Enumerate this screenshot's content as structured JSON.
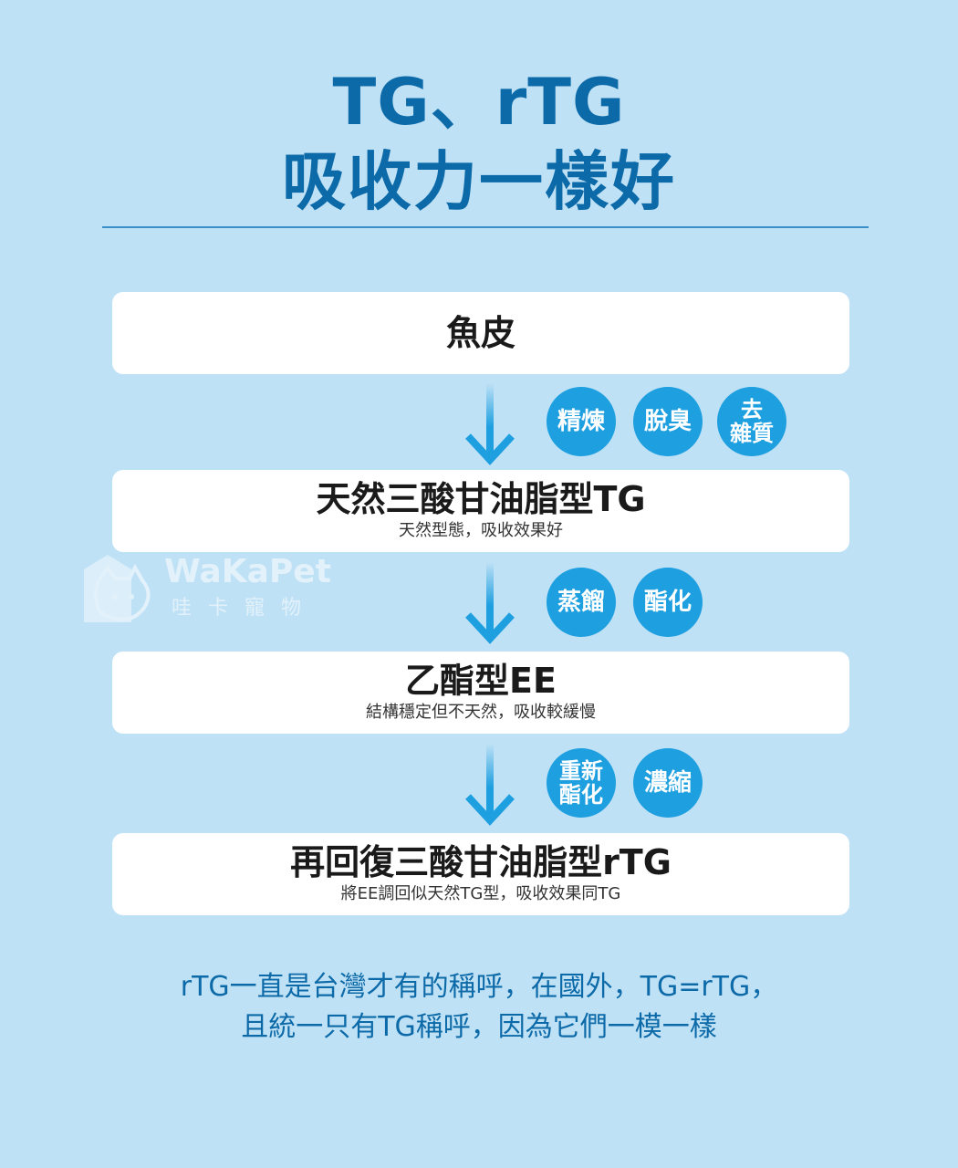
{
  "header": {
    "title_line1": "TG、rTG",
    "title_line2": "吸收力一樣好"
  },
  "flow": {
    "step1": {
      "title": "魚皮"
    },
    "step2": {
      "title": "天然三酸甘油脂型TG",
      "subtitle": "天然型態，吸收效果好"
    },
    "step3": {
      "title": "乙酯型EE",
      "subtitle": "結構穩定但不天然，吸收較緩慢"
    },
    "step4": {
      "title": "再回復三酸甘油脂型rTG",
      "subtitle": "將EE調回似天然TG型，吸收效果同TG"
    },
    "process1": [
      "精煉",
      "脫臭",
      "去雜質"
    ],
    "process1_third_lines": [
      "去",
      "雜質"
    ],
    "process2": [
      "蒸餾",
      "酯化"
    ],
    "process3": [
      "重新酯化",
      "濃縮"
    ],
    "process3_first_lines": [
      "重新",
      "酯化"
    ]
  },
  "footer": {
    "note_line1": "rTG一直是台灣才有的稱呼，在國外，TG=rTG，",
    "note_line2": "且統一只有TG稱呼，因為它們一模一樣"
  },
  "watermark": {
    "brand": "WaKaPet",
    "brand_cn": "哇卡寵物"
  },
  "colors": {
    "background": "#bfe1f6",
    "title_blue": "#0d6aa8",
    "badge_blue": "#1d9fe0",
    "box": "#ffffff"
  }
}
